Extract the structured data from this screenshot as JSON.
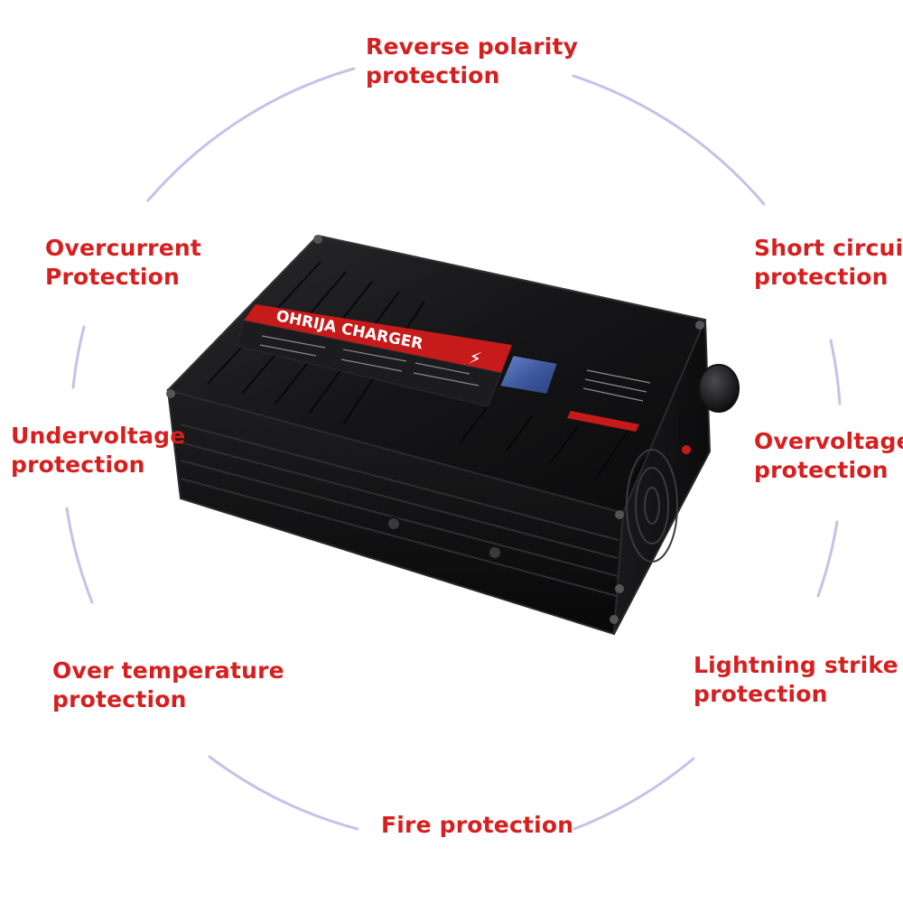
{
  "accent_color": "#d71f1f",
  "ring_color": "#c7c0ea",
  "protections": {
    "reverse_polarity": [
      "Reverse polarity",
      "protection"
    ],
    "overcurrent": [
      "Overcurrent",
      "Protection"
    ],
    "short_circuit": [
      "Short circuit",
      "protection"
    ],
    "undervoltage": [
      "Undervoltage",
      "protection"
    ],
    "overvoltage": [
      "Overvoltage",
      "protection"
    ],
    "over_temperature": [
      "Over temperature",
      "protection"
    ],
    "lightning_strike": [
      "Lightning strike",
      "protection"
    ],
    "fire": "Fire protection"
  },
  "product": {
    "brand_label": "OHRIJA CHARGER"
  }
}
